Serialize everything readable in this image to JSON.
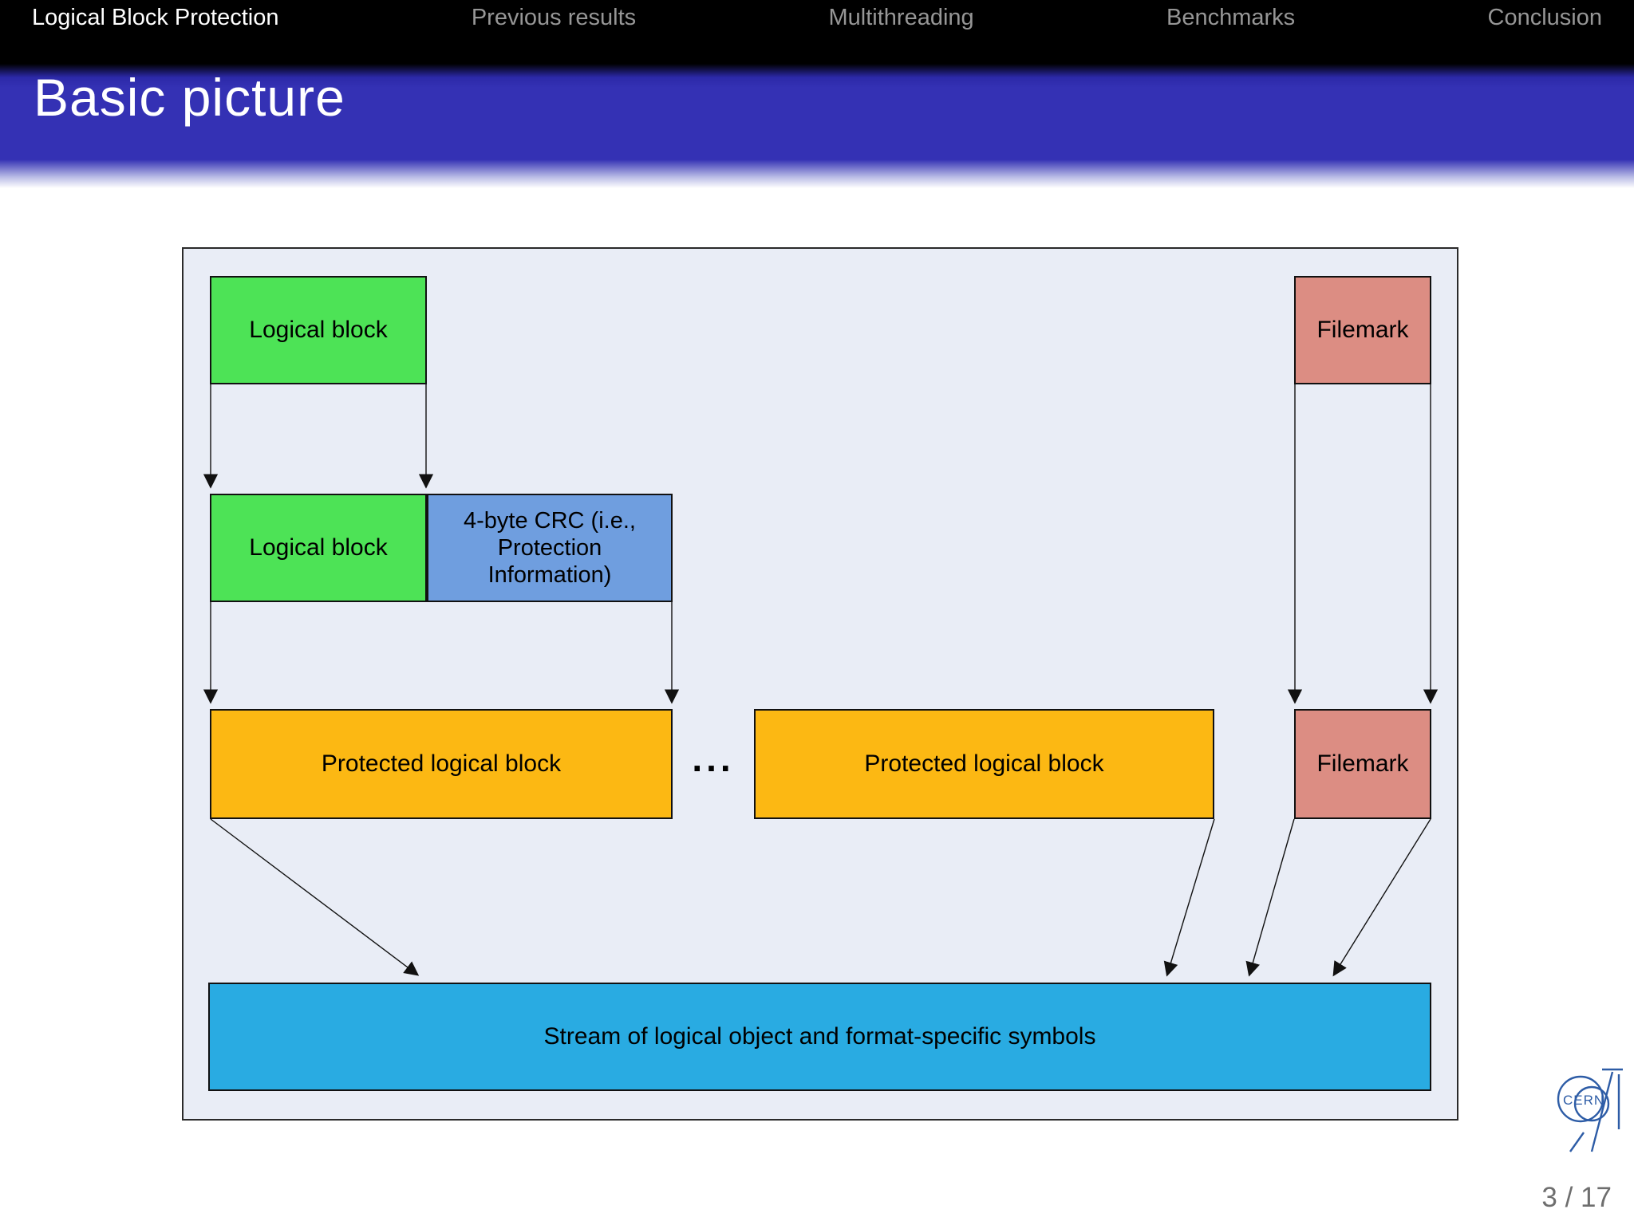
{
  "nav": {
    "items": [
      {
        "label": "Logical Block Protection",
        "active": true
      },
      {
        "label": "Previous results",
        "active": false
      },
      {
        "label": "Multithreading",
        "active": false
      },
      {
        "label": "Benchmarks",
        "active": false
      },
      {
        "label": "Conclusion",
        "active": false
      }
    ]
  },
  "slide": {
    "title": "Basic picture",
    "page_label": "3 / 17"
  },
  "diagram": {
    "boxes": {
      "logical_block_top": "Logical block",
      "filemark_top": "Filemark",
      "logical_block_mid": "Logical block",
      "crc": "4-byte CRC (i.e., Protection Information)",
      "protected_block_1": "Protected logical block",
      "ellipsis": "...",
      "protected_block_2": "Protected logical block",
      "filemark_bottom": "Filemark",
      "stream": "Stream of logical object and format-specific symbols"
    },
    "colors": {
      "green": "#4de356",
      "crc_blue": "#6f9edf",
      "orange": "#fcb813",
      "salmon": "#dc8d83",
      "stream_cyan": "#29abe2",
      "diagram_background": "#e9edf6",
      "title_bar_blue": "#3431b4"
    }
  },
  "footer": {
    "logo_text": "CERN"
  }
}
